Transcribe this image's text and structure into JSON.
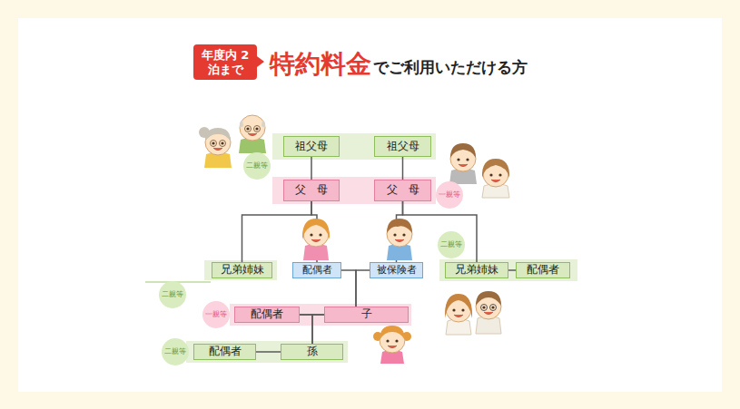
{
  "diagram": {
    "title": "特約料金",
    "nodes": [
      {
        "text": [
          "年度内 2泊まで"
        ]
      },
      {
        "text": [
          "祖父母"
        ]
      },
      {
        "text": [
          "祖父母"
        ]
      },
      {
        "text": [
          "二親等"
        ]
      },
      {
        "text": [
          "父　母"
        ]
      },
      {
        "text": [
          "父　母"
        ]
      },
      {
        "text": [
          "一親等"
        ]
      },
      {
        "text": [
          "兄弟姉妹"
        ]
      },
      {
        "text": [
          "配偶者"
        ]
      },
      {
        "text": [
          "被保険者"
        ]
      },
      {
        "text": [
          "二親等"
        ]
      },
      {
        "text": [
          "兄弟姉妹"
        ]
      },
      {
        "text": [
          "配偶者"
        ]
      },
      {
        "text": [
          "二親等"
        ]
      },
      {
        "text": [
          "一親等"
        ]
      },
      {
        "text": [
          "配偶者"
        ]
      },
      {
        "text": [
          "子"
        ]
      },
      {
        "text": [
          "二親等"
        ]
      },
      {
        "text": [
          "配偶者"
        ]
      },
      {
        "text": [
          "孫"
        ]
      }
    ],
    "edges": [
      {
        "from": 1,
        "to": 4,
        "arrow": "none"
      },
      {
        "from": 2,
        "to": 5,
        "arrow": "none"
      },
      {
        "from": 4,
        "to": 7,
        "arrow": "none"
      },
      {
        "from": 4,
        "to": 8,
        "arrow": "none"
      },
      {
        "from": 5,
        "to": 9,
        "arrow": "none"
      },
      {
        "from": 5,
        "to": 11,
        "arrow": "none"
      },
      {
        "from": 11,
        "to": 12,
        "arrow": "none"
      },
      {
        "from": 8,
        "to": 16,
        "arrow": "none"
      },
      {
        "from": 9,
        "to": 16,
        "arrow": "none"
      },
      {
        "from": 15,
        "to": 16,
        "arrow": "none"
      },
      {
        "from": 15,
        "to": 19,
        "arrow": "none"
      },
      {
        "from": 16,
        "to": 19,
        "arrow": "none"
      },
      {
        "from": 18,
        "to": 19,
        "arrow": "none"
      }
    ],
    "labels": [
      "でご利用いただける方"
    ]
  }
}
